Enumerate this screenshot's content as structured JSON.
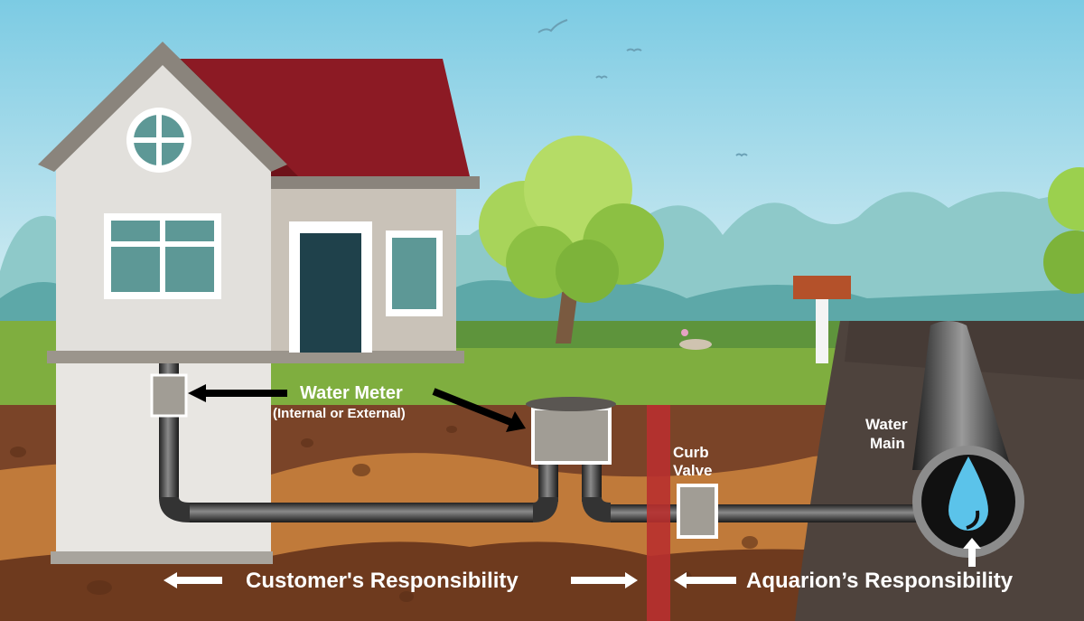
{
  "labels": {
    "water_meter": "Water Meter",
    "water_meter_sub": "(Internal or External)",
    "curb_valve_line1": "Curb",
    "curb_valve_line2": "Valve",
    "water_main_line1": "Water",
    "water_main_line2": "Main",
    "customer_responsibility": "Customer's Responsibility",
    "aquarion_responsibility": "Aquarion’s Responsibility"
  },
  "colors": {
    "roof": "#8c1a24",
    "boundary": "#b8302f",
    "water_drop": "#5bc3ea",
    "grass": "#7fae3f",
    "soil_dark": "#6e3a1e",
    "soil_light": "#c07a3a"
  }
}
